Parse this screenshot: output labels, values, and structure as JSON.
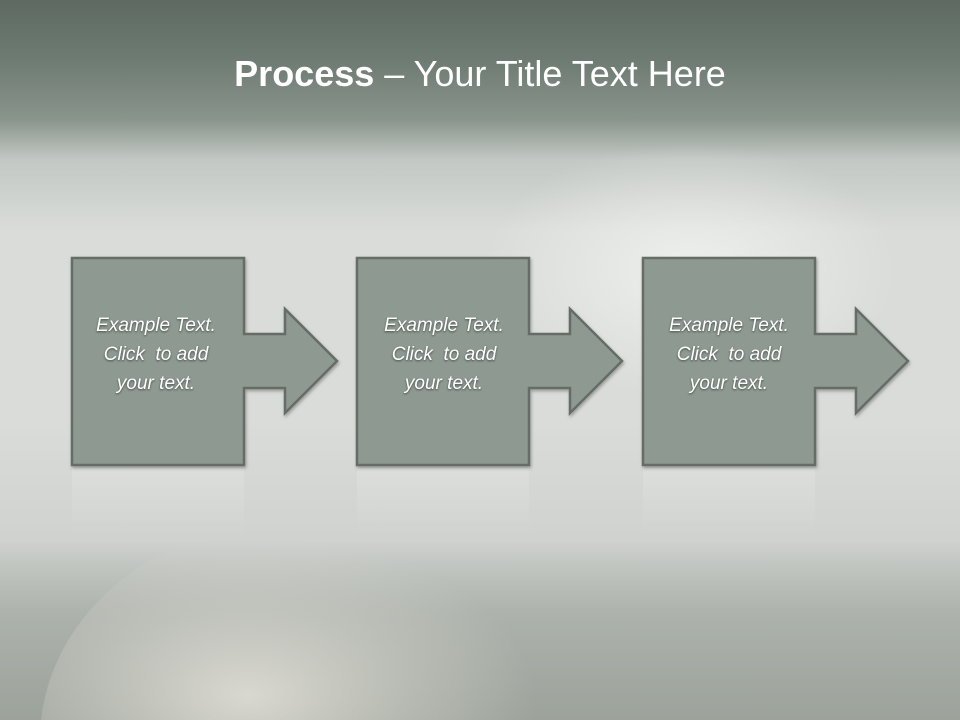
{
  "title": {
    "bold": "Process",
    "dash": " – ",
    "rest": "Your Title Text Here"
  },
  "colors": {
    "box_fill": "#8e9a91",
    "box_stroke": "#656d66",
    "title_text": "#ffffff"
  },
  "steps": [
    {
      "line1": "Example Text.",
      "line2": "Click  to add",
      "line3": "your text."
    },
    {
      "line1": "Example Text.",
      "line2": "Click  to add",
      "line3": "your text."
    },
    {
      "line1": "Example Text.",
      "line2": "Click  to add",
      "line3": "your text."
    }
  ]
}
